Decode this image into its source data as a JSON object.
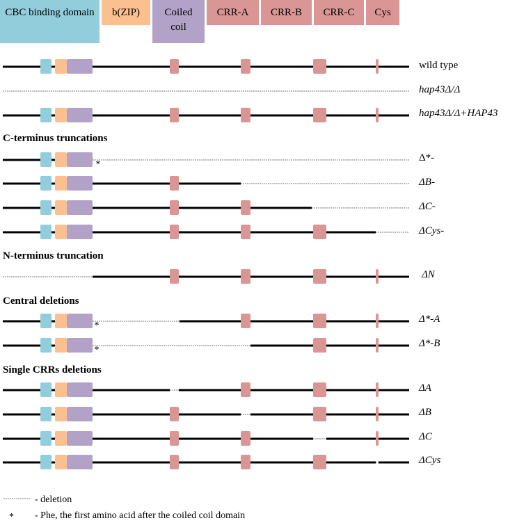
{
  "legend": {
    "domains": [
      {
        "label": "CBC binding domain",
        "color": "#92cddc"
      },
      {
        "label": "b(ZIP)",
        "color": "#fac090"
      },
      {
        "label": "Coiled coil",
        "color": "#b3a2c7"
      },
      {
        "label": "CRR-A",
        "color": "#d99694"
      },
      {
        "label": "CRR-B",
        "color": "#d99694"
      },
      {
        "label": "CRR-C",
        "color": "#d99694"
      },
      {
        "label": "Cys",
        "color": "#d99694"
      }
    ]
  },
  "sections": {
    "c_trunc": "C-terminus  truncations",
    "n_trunc": "N-terminus  truncation",
    "central": "Central deletions",
    "single": "Single CRRs deletions"
  },
  "constructs": [
    {
      "id": "wt",
      "label": "wild type",
      "italic": false
    },
    {
      "id": "null",
      "label": "hap43Δ/Δ",
      "italic": true
    },
    {
      "id": "comp",
      "label": "hap43Δ/Δ+HAP43",
      "italic": true
    },
    {
      "id": "dstar",
      "label": "Δ*-",
      "italic": false
    },
    {
      "id": "dB_",
      "label": "ΔB-",
      "italic": true
    },
    {
      "id": "dC_",
      "label": "ΔC-",
      "italic": true
    },
    {
      "id": "dCys_",
      "label": "ΔCys-",
      "italic": true
    },
    {
      "id": "dN",
      "label": "ΔN",
      "italic": true
    },
    {
      "id": "dstarA",
      "label": "Δ*-A",
      "italic": true
    },
    {
      "id": "dstarB",
      "label": "Δ*-B",
      "italic": true
    },
    {
      "id": "dA",
      "label": "ΔA",
      "italic": true
    },
    {
      "id": "dB",
      "label": "ΔB",
      "italic": true
    },
    {
      "id": "dC",
      "label": "ΔC",
      "italic": true
    },
    {
      "id": "dCys",
      "label": "ΔCys",
      "italic": true
    }
  ],
  "footnotes": {
    "deletion": "- deletion",
    "star_symbol": "*",
    "star": "- Phe, the first amino acid after the coiled coil domain"
  }
}
